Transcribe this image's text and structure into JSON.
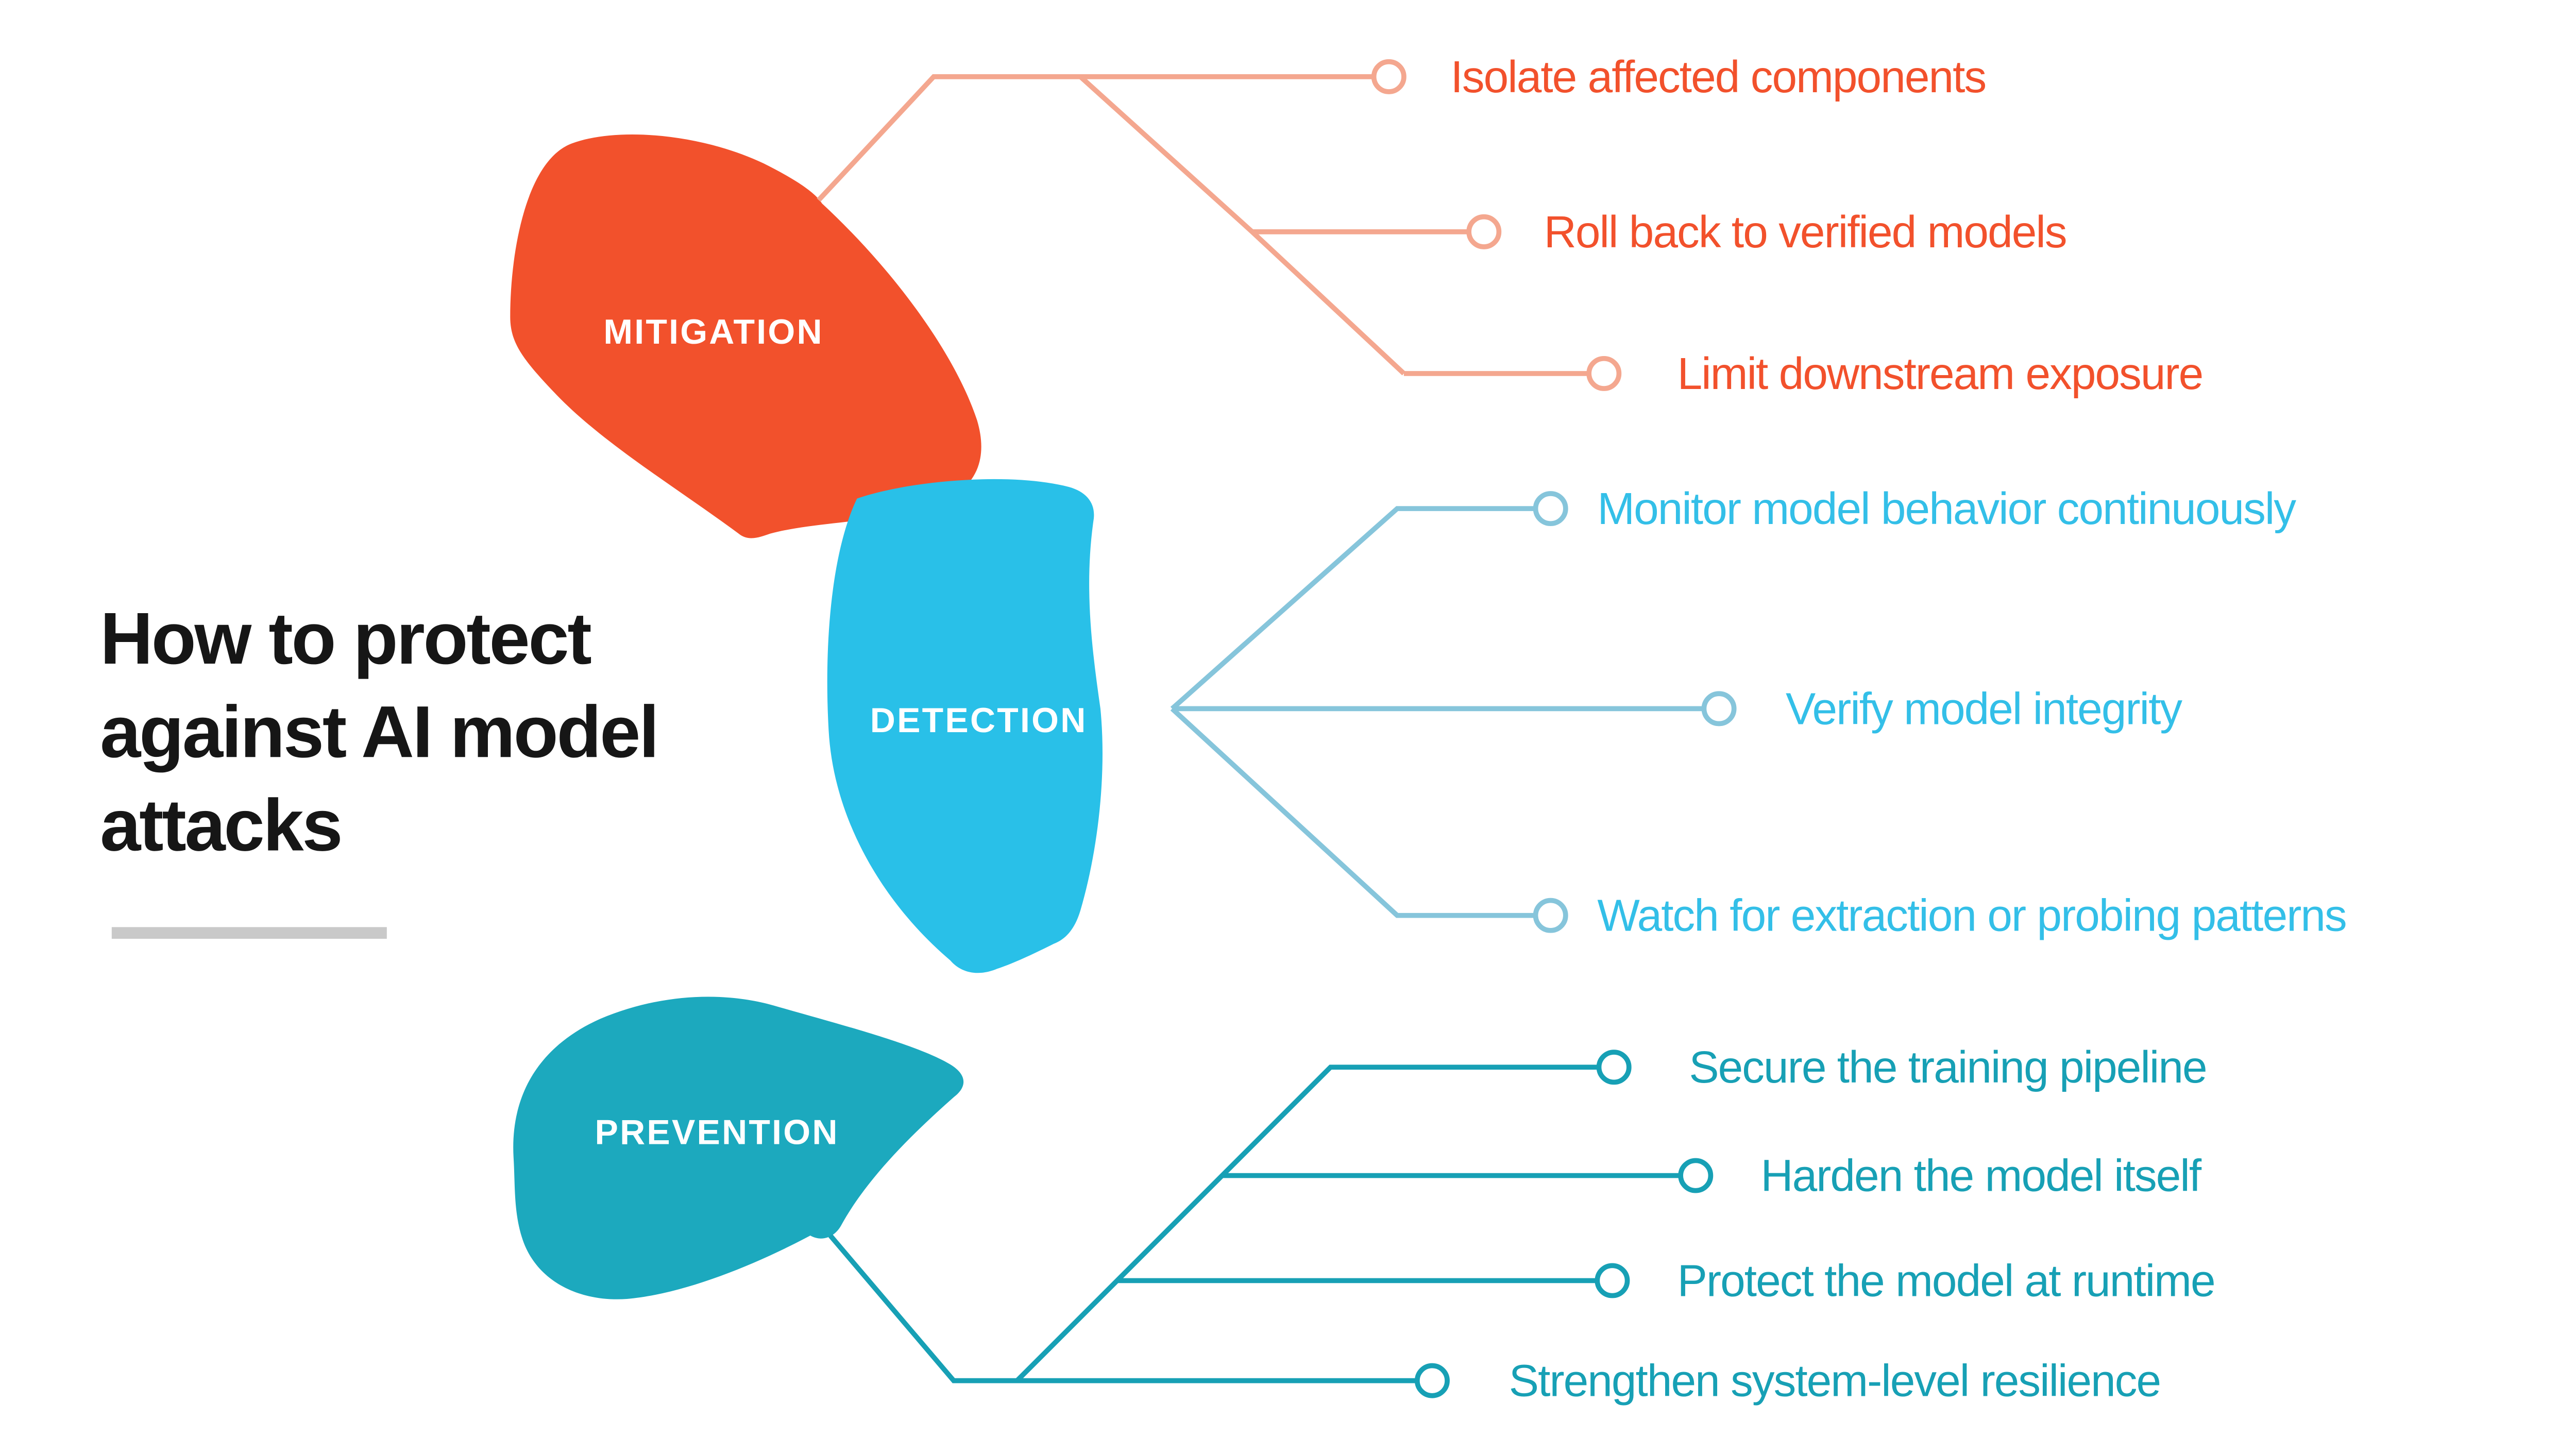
{
  "page": {
    "background": "#ffffff"
  },
  "title": {
    "lines": [
      "How to protect",
      "against AI model",
      "attacks"
    ],
    "color": "#161616",
    "underline_color": "#c9c9c9"
  },
  "branches": [
    {
      "label": "MITIGATION",
      "colors": {
        "blob": "#F2512C",
        "line": "#F4A78F",
        "text": "#F2512C",
        "label": "#FFFFFF"
      },
      "items": [
        {
          "label": "Isolate affected components"
        },
        {
          "label": "Roll back to verified models"
        },
        {
          "label": "Limit downstream exposure"
        }
      ]
    },
    {
      "label": "DETECTION",
      "colors": {
        "blob": "#29C0E8",
        "line": "#86C5DB",
        "text": "#33BFE8",
        "label": "#FFFFFF"
      },
      "items": [
        {
          "label": "Monitor model behavior continuously"
        },
        {
          "label": "Verify model integrity"
        },
        {
          "label": "Watch for extraction or probing patterns"
        }
      ]
    },
    {
      "label": "PREVENTION",
      "colors": {
        "blob": "#1CA9BE",
        "line": "#17A0B5",
        "text": "#17A0B5",
        "label": "#FFFFFF"
      },
      "items": [
        {
          "label": "Secure the training pipeline"
        },
        {
          "label": "Harden the model itself"
        },
        {
          "label": "Protect the model at runtime"
        },
        {
          "label": "Strengthen system-level resilience"
        }
      ]
    }
  ]
}
